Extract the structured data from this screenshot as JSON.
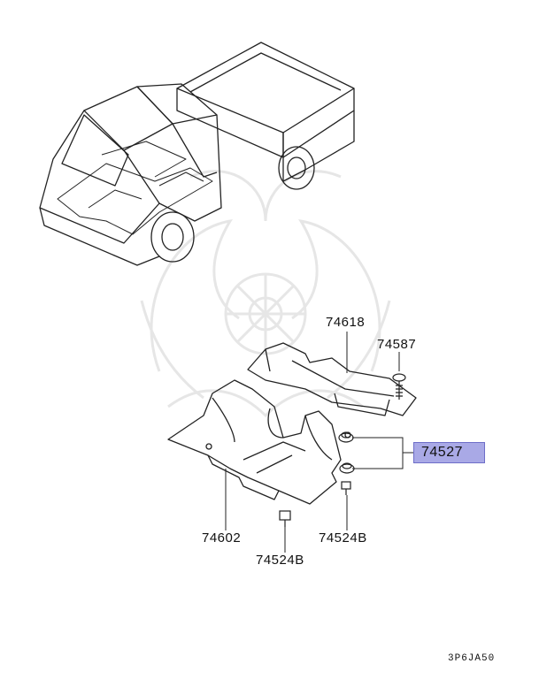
{
  "callouts": {
    "p74618": "74618",
    "p74587": "74587",
    "p74527": "74527",
    "p74602": "74602",
    "p74524b_right": "74524B",
    "p74524b_left": "74524B"
  },
  "colors": {
    "highlight": "#a9a9e6",
    "line": "#222222",
    "watermark": "#e6e6e6"
  },
  "figure_code": "3P6JA50"
}
